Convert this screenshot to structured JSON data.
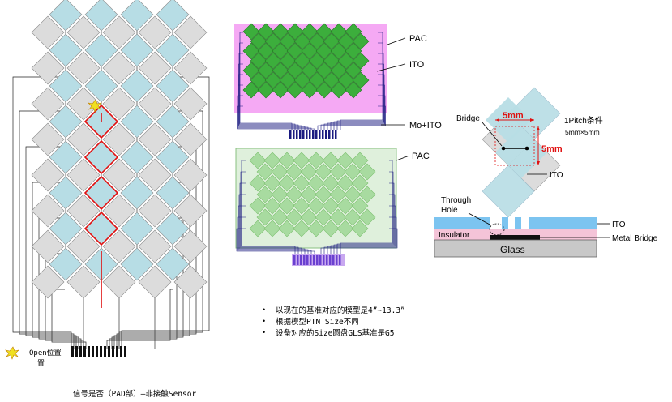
{
  "left_panel": {
    "legend_text": "Open位置",
    "legend_text_line2": "置",
    "caption": "信号是否（PAD部）—非接触Sensor"
  },
  "top_sensor": {
    "pac_label": "PAC",
    "ito_label": "ITO",
    "mo_ito_label": "Mo+ITO"
  },
  "bottom_sensor": {
    "pac_label": "PAC"
  },
  "pitch_diagram": {
    "bridge_label": "Bridge",
    "dim_horizontal": "5mm",
    "dim_vertical": "5mm",
    "title": "1Pitch条件",
    "subtitle": "5mm×5mm",
    "ito_label": "ITO"
  },
  "cross_section": {
    "through_hole_line1": "Through",
    "through_hole_line2": "Hole",
    "insulator_label": "Insulator",
    "glass_label": "Glass",
    "ito_label": "ITO",
    "metal_bridge_label": "Metal Bridge"
  },
  "notes": [
    "以现在的基准对应的模型是4”~13.3”",
    "根据模型PTN Size不同",
    "设备对应的Size圆盘GLS基准是G5"
  ],
  "colors": {
    "blue_cell": "#b7dde5",
    "gray_cell": "#dcdcdc",
    "green_cell": "#3cae3c",
    "light_green_cell": "#a8dba0",
    "pac_pink": "#f28cf0",
    "pac_green": "#dff0dc",
    "trace_blue": "#1a1a80",
    "pad_purple": "#6a40d0",
    "break_red": "#e01010",
    "glass_gray": "#c8c8c8",
    "ito_blue": "#7cc4f0",
    "insulator_pink": "#f4c4d8"
  }
}
